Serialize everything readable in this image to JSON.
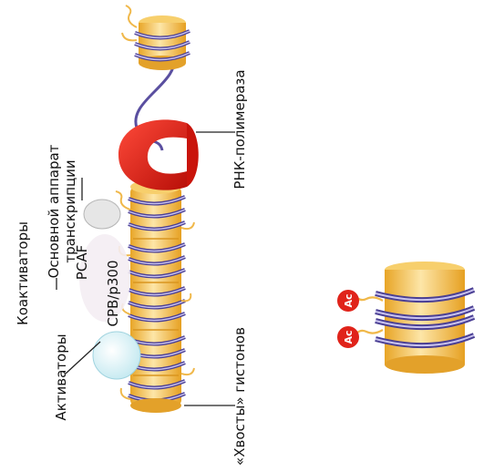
{
  "labels": {
    "coactivators": "Коактиваторы",
    "activators": "Активаторы",
    "pcaf": "PCAF",
    "cbp": "CPB/p300",
    "basal_line1": "Основной аппарат",
    "basal_line2": "транскрипции",
    "rna_pol": "РНК-полимераза",
    "tails": "«Хвосты» гистонов",
    "ac1": "Ac",
    "ac2": "Ac"
  },
  "colors": {
    "nucleosome": "#f2b93a",
    "nucleosome_light": "#fbe3a0",
    "dna": "#5a4fa0",
    "dna_light": "#c9c3ee",
    "polymerase": "#e01e12",
    "acetyl": "#e0231a",
    "activator": "#cfeef4",
    "coactivator": "#f3eaf2"
  }
}
